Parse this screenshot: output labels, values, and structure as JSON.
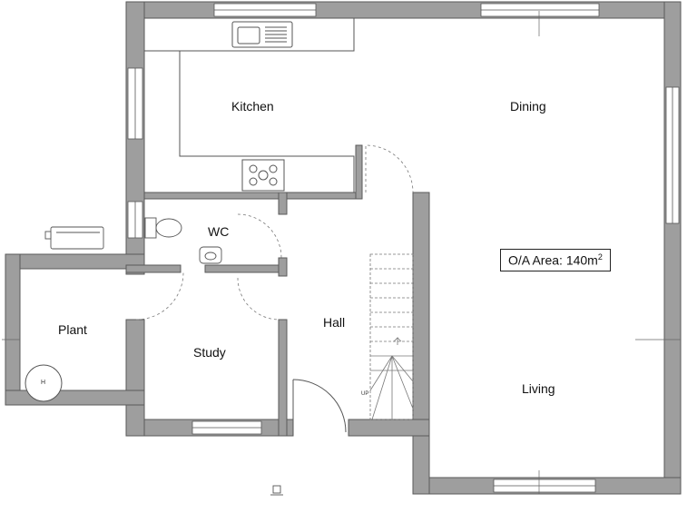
{
  "rooms": {
    "kitchen": "Kitchen",
    "dining": "Dining",
    "wc": "WC",
    "hall": "Hall",
    "plant": "Plant",
    "study": "Study",
    "living": "Living"
  },
  "area_label": "O/A Area: 140m",
  "area_superscript": "2",
  "stair_label": "UP",
  "boiler_label": "H",
  "colors": {
    "wall": "#9e9e9e",
    "wall_outline": "#5a5a5a",
    "line": "#555555"
  }
}
